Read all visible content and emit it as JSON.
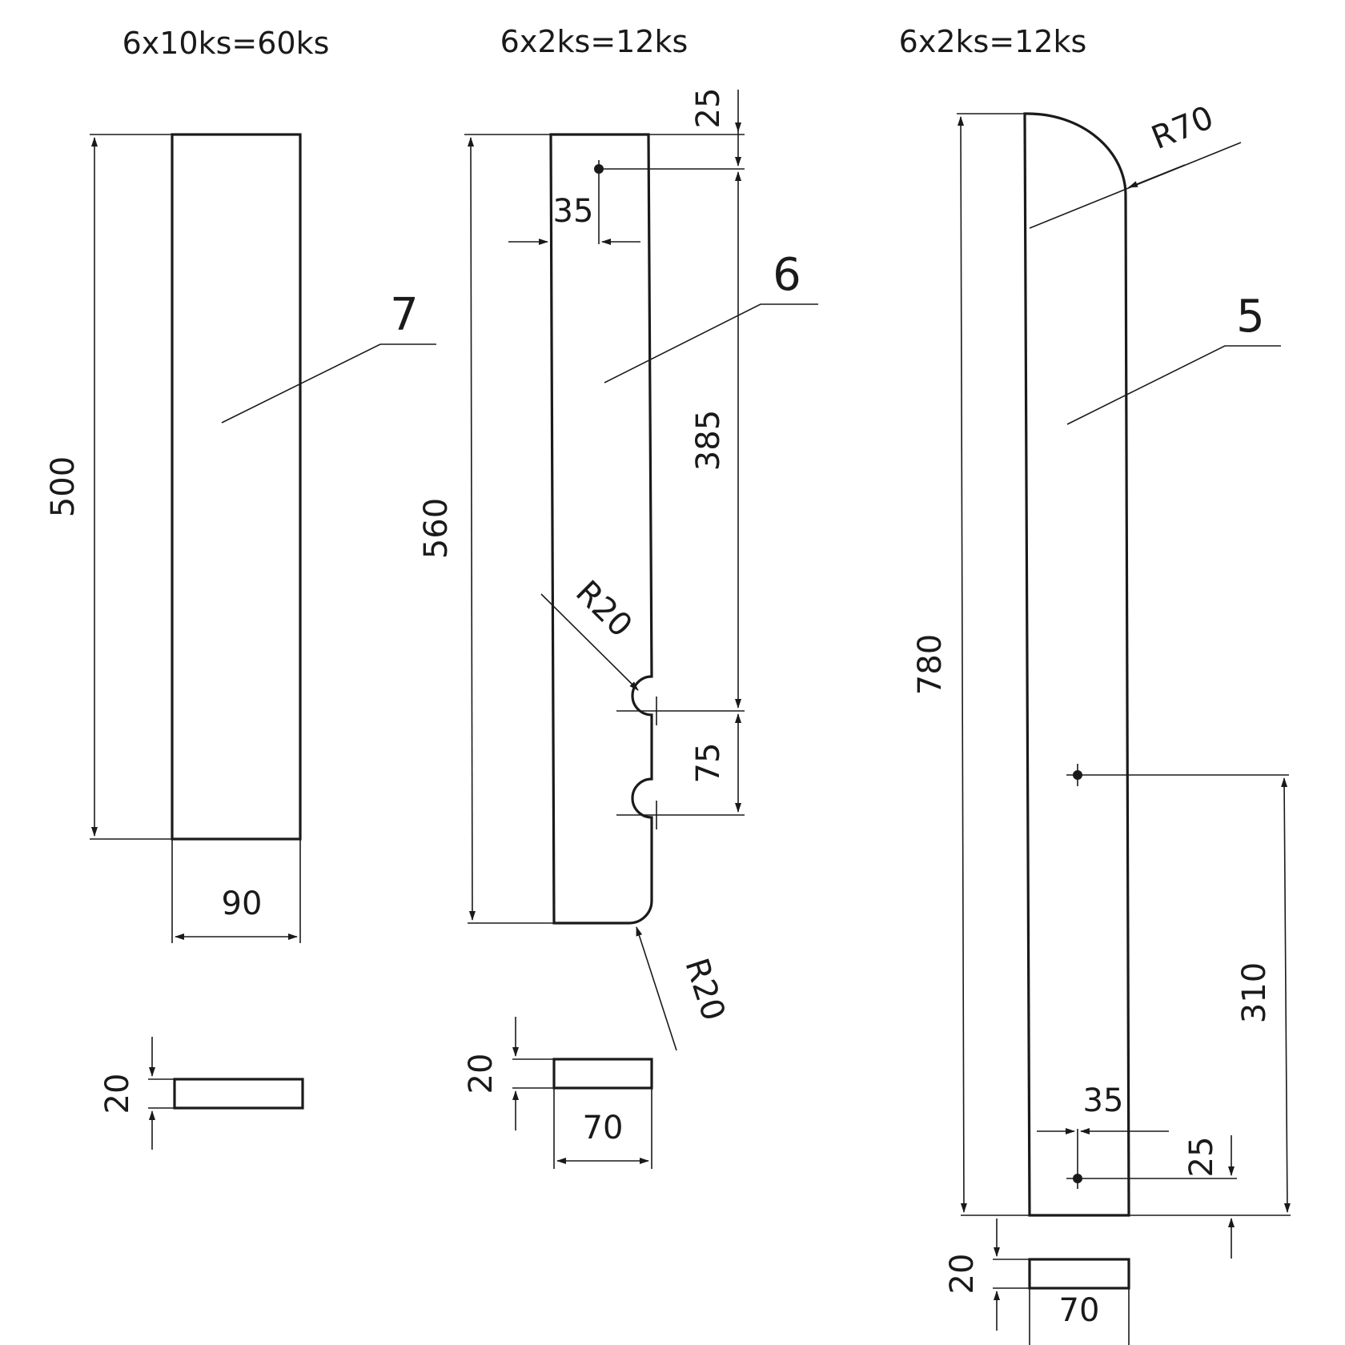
{
  "parts": [
    {
      "part_number": "7",
      "quantity": "6x10ks=60ks",
      "length": "500",
      "width": "90",
      "thickness": "20"
    },
    {
      "part_number": "6",
      "quantity": "6x2ks=12ks",
      "length": "560",
      "width": "70",
      "thickness": "20",
      "hole_offset_top": "25",
      "hole_offset_edge": "35",
      "notch_position": "385",
      "notch_spacing": "75",
      "notch_radius": "R20",
      "corner_radius": "R20"
    },
    {
      "part_number": "5",
      "quantity": "6x2ks=12ks",
      "length": "780",
      "width": "70",
      "thickness": "20",
      "top_radius": "R70",
      "hole_spacing": "310",
      "hole_offset_edge": "35",
      "hole_offset_bottom": "25"
    }
  ]
}
